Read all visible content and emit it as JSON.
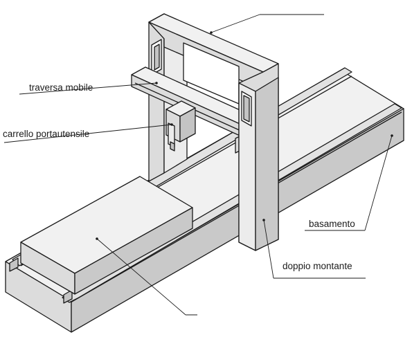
{
  "diagram": {
    "labels": {
      "traversa": "traversa mobile",
      "carrello": "carrello portautensile",
      "basamento": "basamento",
      "montante": "doppio montante"
    },
    "colors": {
      "face_light": "#f1f1f1",
      "face_mid": "#dcdcdc",
      "face_dark": "#c4c4c4",
      "line": "#1a1a1a"
    }
  }
}
